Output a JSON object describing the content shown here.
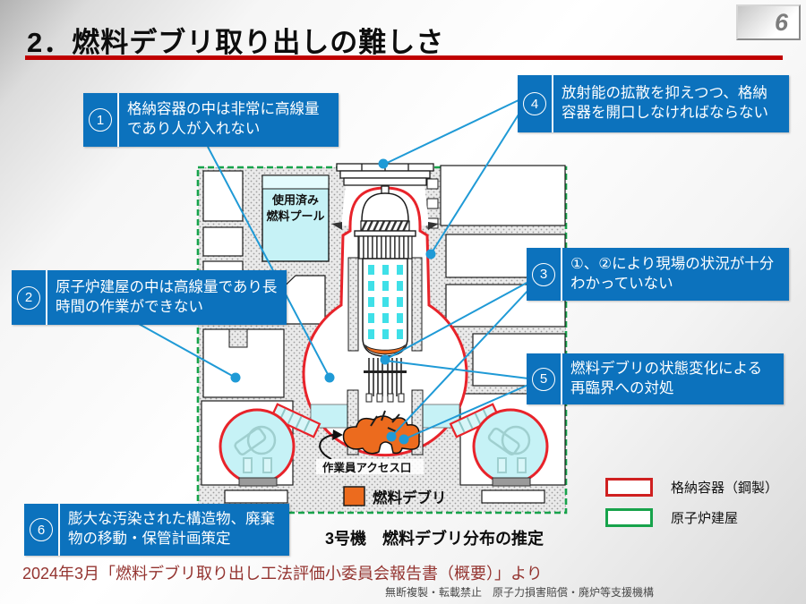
{
  "slide": {
    "page_number": "6",
    "title": "2．燃料デブリ取り出しの難しさ",
    "source": "2024年3月「燃料デブリ取り出し工法評価小委員会報告書（概要）」より",
    "footer": "無断複製・転載禁止　原子力損害賠償・廃炉等支援機構"
  },
  "callouts": [
    {
      "number": "1",
      "text": "格納容器の中は非常に高線量であり人が入れない"
    },
    {
      "number": "2",
      "text": "原子炉建屋の中は高線量であり長時間の作業ができない"
    },
    {
      "number": "3",
      "text": "①、②により現場の状況が十分わかっていない"
    },
    {
      "number": "4",
      "text": "放射能の拡散を抑えつつ、格納容器を開口しなければならない"
    },
    {
      "number": "5",
      "text": "燃料デブリの状態変化による再臨界への対処"
    },
    {
      "number": "6",
      "text": "膨大な汚染された構造物、廃棄物の移動・保管計画策定"
    }
  ],
  "diagram": {
    "caption": "3号機　燃料デブリ分布の推定",
    "pool_label_line1": "使用済み",
    "pool_label_line2": "燃料プール",
    "access_label": "作業員アクセス口",
    "debris_label": "燃料デブリ"
  },
  "legend": {
    "items": [
      {
        "label": "格納容器（鋼製）",
        "color": "#cf2020"
      },
      {
        "label": "原子炉建屋",
        "color": "#17a34b"
      }
    ]
  },
  "colors": {
    "callout_blue": "#0c72bd",
    "connector_blue": "#1f9ad6",
    "containment_red": "#e8232a",
    "building_green": "#17a34b",
    "debris_orange": "#ec6b1e",
    "title_rule_red": "#c00000",
    "pool_cyan": "#c6f2f6"
  }
}
